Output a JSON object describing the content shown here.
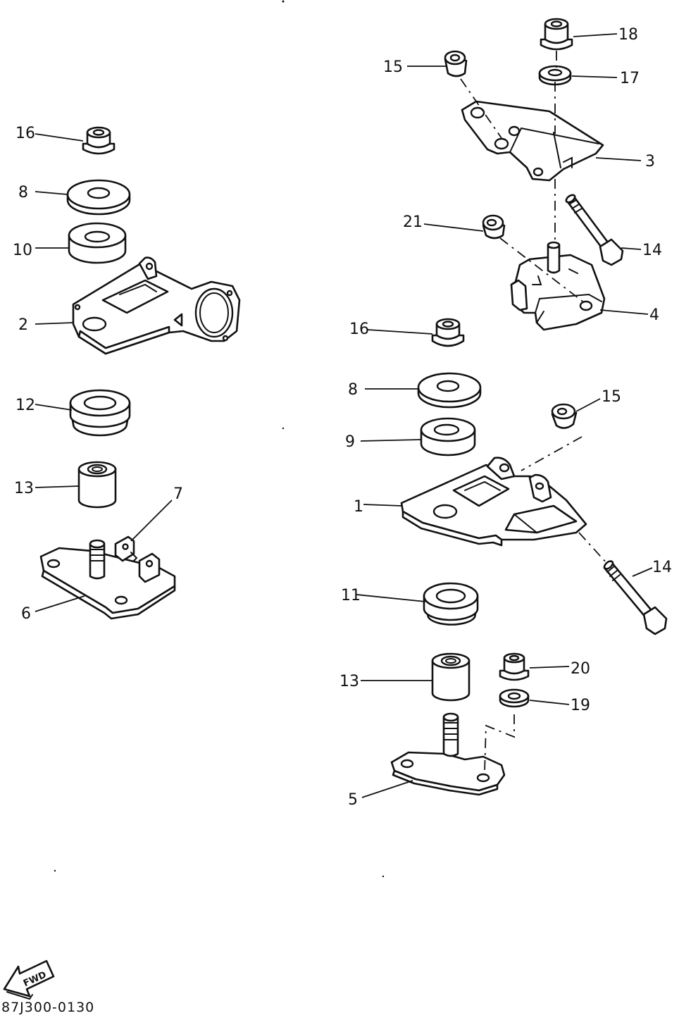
{
  "callouts": [
    "1",
    "2",
    "3",
    "4",
    "5",
    "6",
    "7",
    "8",
    "9",
    "10",
    "11",
    "12",
    "13",
    "14",
    "15",
    "16",
    "17",
    "18",
    "19",
    "20",
    "21"
  ],
  "drawing_code": "87J300-0130",
  "fwd_arrow": {
    "text": "FWD",
    "icon": "fwd-arrow-icon"
  }
}
